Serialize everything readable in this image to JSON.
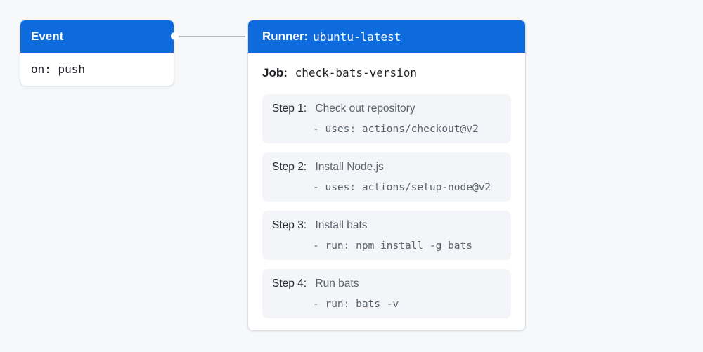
{
  "colors": {
    "background": "#f6f8fa",
    "header_blue": "#0d6bdd",
    "card_background": "#ffffff",
    "step_background": "#f3f5f8",
    "connector_gray": "#b3b9bf",
    "text_dark": "#1f2328",
    "text_gray": "#59636e"
  },
  "event": {
    "title": "Event",
    "body": "on: push"
  },
  "runner": {
    "title_label": "Runner:",
    "title_value": "ubuntu-latest",
    "job_label": "Job:",
    "job_value": "check-bats-version",
    "steps": [
      {
        "label": "Step 1:",
        "name": "Check out repository",
        "command": "- uses: actions/checkout@v2"
      },
      {
        "label": "Step 2:",
        "name": "Install Node.js",
        "command": "- uses: actions/setup-node@v2"
      },
      {
        "label": "Step 3:",
        "name": "Install bats",
        "command": "- run: npm install -g bats"
      },
      {
        "label": "Step 4:",
        "name": "Run bats",
        "command": "- run: bats -v"
      }
    ]
  }
}
